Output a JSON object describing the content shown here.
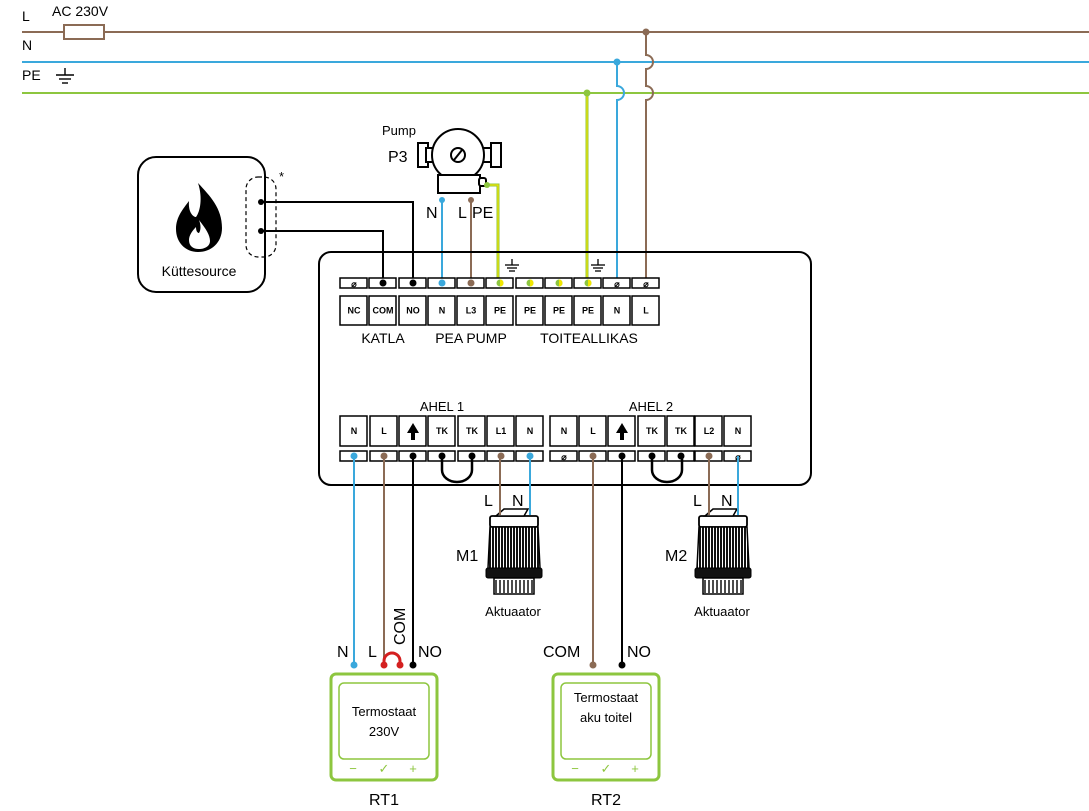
{
  "supply": {
    "l_label": "L",
    "n_label": "N",
    "pe_label": "PE",
    "ac_label": "AC 230V"
  },
  "colors": {
    "phase": "#8B6B55",
    "neutral": "#3AA8DC",
    "earth": "#8DC63F",
    "earth_stripe": "#F2E600",
    "thermostat": "#8DC63F",
    "jumper": "#D42020"
  },
  "pump": {
    "title": "Pump",
    "id": "P3",
    "n_label": "N",
    "l_label": "L",
    "pe_label": "PE"
  },
  "heat_source": {
    "label": "Küttesource",
    "icon": "flame-icon",
    "note": "*"
  },
  "controller": {
    "top_terminals": [
      "NC",
      "COM",
      "NO",
      "N",
      "L3",
      "PE",
      "PE",
      "PE",
      "PE",
      "N",
      "L"
    ],
    "groups": {
      "boiler": "KATLA",
      "pump": "PEA PUMP",
      "power": "TOITEALLIKAS"
    },
    "circuit1": {
      "title": "AHEL 1",
      "terminals": [
        "N",
        "L",
        "↑",
        "TK",
        "TK",
        "L1",
        "N"
      ]
    },
    "circuit2": {
      "title": "AHEL 2",
      "terminals": [
        "N",
        "L",
        "↑",
        "TK",
        "TK",
        "L2",
        "N"
      ]
    },
    "empty_terminal_symbol": "⌀"
  },
  "actuators": [
    {
      "id": "M1",
      "label": "Aktuaator",
      "l_label": "L",
      "n_label": "N"
    },
    {
      "id": "M2",
      "label": "Aktuaator",
      "l_label": "L",
      "n_label": "N"
    }
  ],
  "thermostats": [
    {
      "id": "RT1",
      "line1": "Termostaat",
      "line2": "230V",
      "wires": {
        "n": "N",
        "l": "L",
        "com": "COM",
        "no": "NO"
      },
      "buttons": [
        "−",
        "✓",
        "+"
      ]
    },
    {
      "id": "RT2",
      "line1": "Termostaat",
      "line2": "aku toitel",
      "wires": {
        "com": "COM",
        "no": "NO"
      },
      "buttons": [
        "−",
        "✓",
        "+"
      ]
    }
  ]
}
